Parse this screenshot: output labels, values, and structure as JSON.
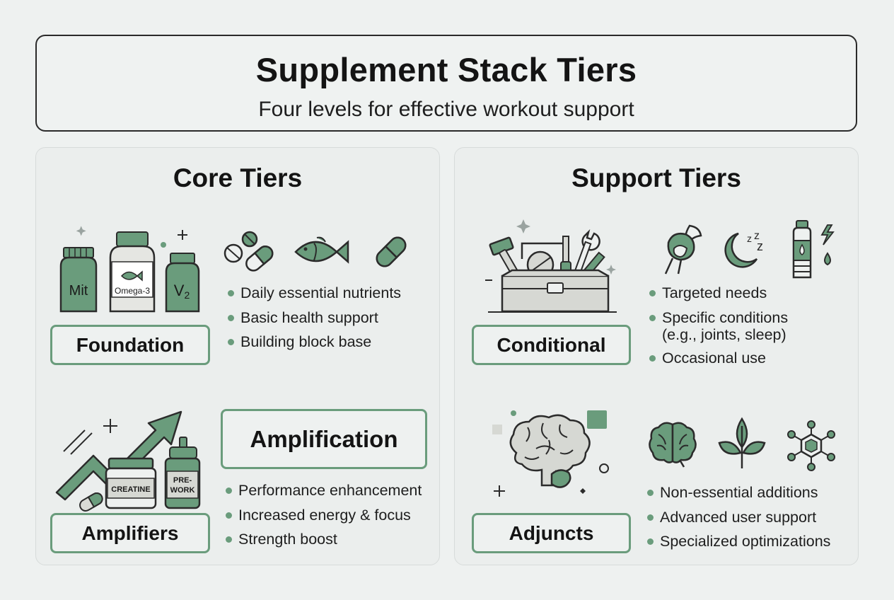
{
  "header": {
    "title": "Supplement Stack Tiers",
    "subtitle": "Four levels for effective workout support"
  },
  "core": {
    "title": "Core Tiers",
    "foundation": {
      "label": "Foundation",
      "jar_labels": [
        "Mit",
        "Omega-3",
        "V"
      ],
      "jar_sub": "2",
      "bullets": [
        "Daily essential nutrients",
        "Basic health support",
        "Building block base"
      ]
    },
    "amplifiers": {
      "label": "Amplifiers",
      "heading": "Amplification",
      "tub_label": "CREATINE",
      "bottle_label_1": "PRE-",
      "bottle_label_2": "WORK",
      "bullets": [
        "Performance enhancement",
        "Increased energy & focus",
        "Strength boost"
      ]
    }
  },
  "support": {
    "title": "Support Tiers",
    "conditional": {
      "label": "Conditional",
      "bullets": [
        "Targeted needs",
        "Specific conditions",
        "Occasional use"
      ],
      "bullet_2_cont": "(e.g., joints, sleep)"
    },
    "adjuncts": {
      "label": "Adjuncts",
      "bullets": [
        "Non-essential additions",
        "Advanced user support",
        "Specialized optimizations"
      ]
    }
  },
  "colors": {
    "accent": "#6a9c7c",
    "accent_fill": "#5e8f70",
    "ink": "#2b2b2b",
    "pale": "#d6d8d3"
  }
}
